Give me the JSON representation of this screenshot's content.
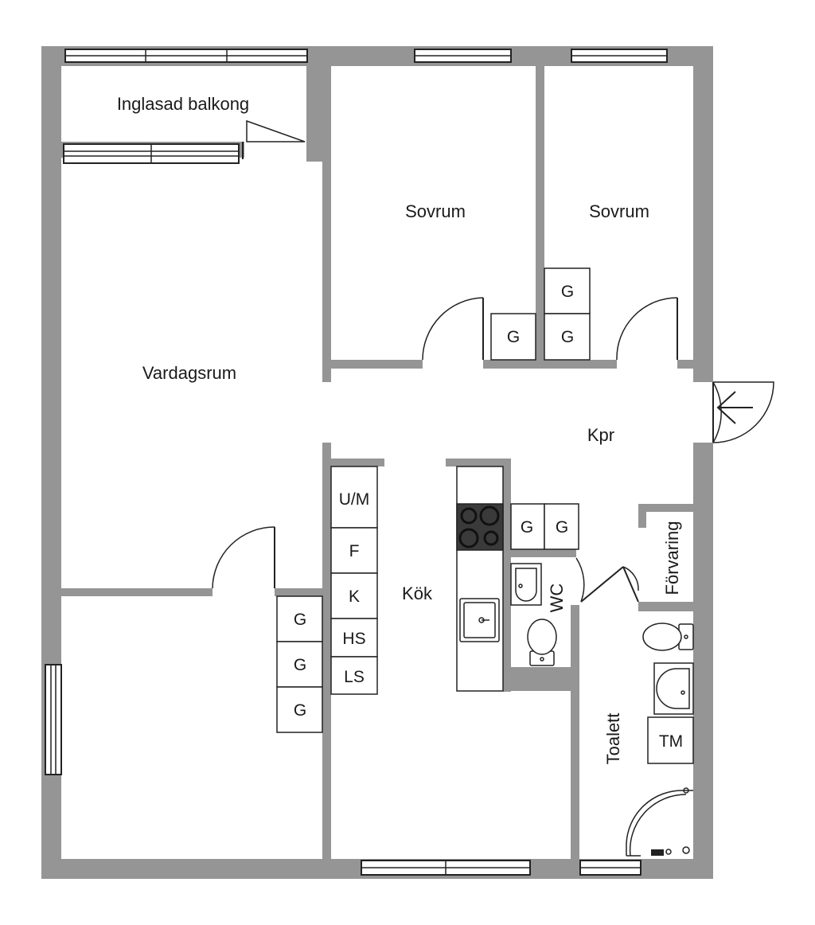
{
  "rooms": {
    "balcony": "Inglasad balkong",
    "living": "Vardagsrum",
    "bedroom_1": "Sovrum",
    "bedroom_2": "Sovrum",
    "hall": "Kpr",
    "kitchen": "Kök",
    "wc": "WC",
    "storage": "Förvaring",
    "toilet": "Toalett"
  },
  "fixtures": {
    "wardrobe": "G",
    "fridge_freezer": "U/M",
    "freezer": "F",
    "fridge": "K",
    "tall_cabinet": "HS",
    "broom_cabinet": "LS",
    "washing_machine": "TM"
  },
  "colors": {
    "wall": "#959595",
    "line": "#222222",
    "background": "#ffffff"
  }
}
